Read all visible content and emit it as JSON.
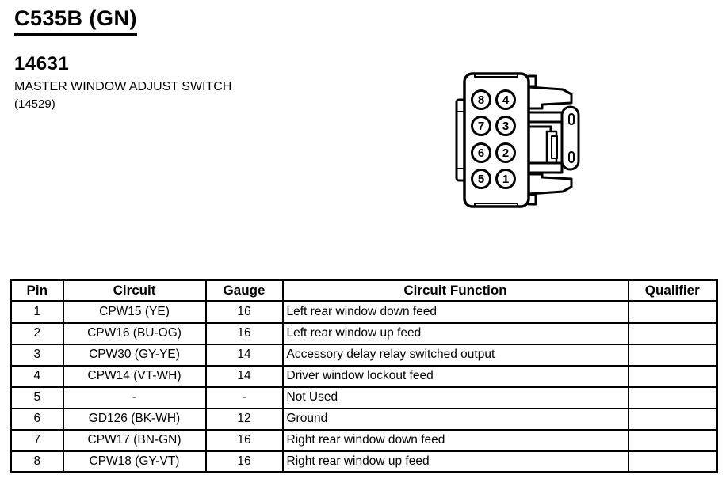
{
  "header": {
    "connector_id": "C535B (GN)",
    "part_number": "14631",
    "part_name": "MASTER WINDOW ADJUST SWITCH",
    "base_part_number": "(14529)"
  },
  "connector": {
    "description": "8-pin master window adjust switch connector, front view",
    "pins": [
      "8",
      "4",
      "7",
      "3",
      "6",
      "2",
      "5",
      "1"
    ]
  },
  "table": {
    "headers": [
      "Pin",
      "Circuit",
      "Gauge",
      "Circuit Function",
      "Qualifier"
    ],
    "rows": [
      {
        "pin": "1",
        "circuit": "CPW15 (YE)",
        "gauge": "16",
        "function": "Left rear window down feed",
        "qualifier": ""
      },
      {
        "pin": "2",
        "circuit": "CPW16 (BU-OG)",
        "gauge": "16",
        "function": "Left rear window up feed",
        "qualifier": ""
      },
      {
        "pin": "3",
        "circuit": "CPW30 (GY-YE)",
        "gauge": "14",
        "function": "Accessory delay relay switched output",
        "qualifier": ""
      },
      {
        "pin": "4",
        "circuit": "CPW14 (VT-WH)",
        "gauge": "14",
        "function": "Driver window lockout feed",
        "qualifier": ""
      },
      {
        "pin": "5",
        "circuit": "-",
        "gauge": "-",
        "function": "Not Used",
        "qualifier": ""
      },
      {
        "pin": "6",
        "circuit": "GD126 (BK-WH)",
        "gauge": "12",
        "function": "Ground",
        "qualifier": ""
      },
      {
        "pin": "7",
        "circuit": "CPW17 (BN-GN)",
        "gauge": "16",
        "function": "Right rear window down feed",
        "qualifier": ""
      },
      {
        "pin": "8",
        "circuit": "CPW18 (GY-VT)",
        "gauge": "16",
        "function": "Right rear window up feed",
        "qualifier": ""
      }
    ]
  },
  "colors": {
    "ink": "#000000",
    "paper": "#ffffff"
  }
}
